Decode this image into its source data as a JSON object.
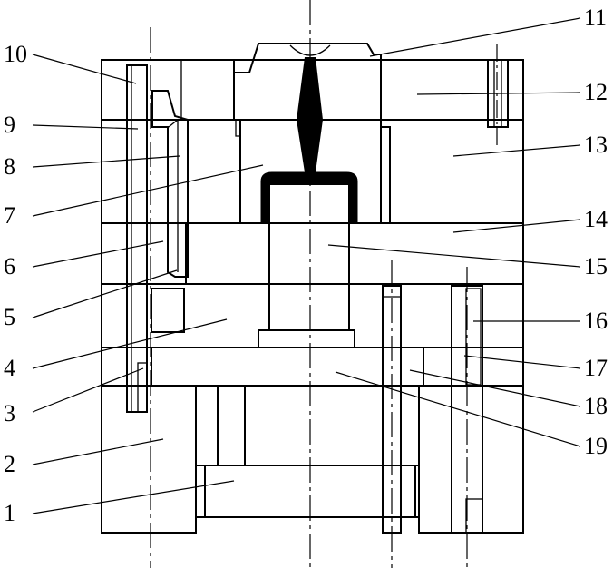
{
  "diagram": {
    "labels_left": [
      "10",
      "9",
      "8",
      "7",
      "6",
      "5",
      "4",
      "3",
      "2",
      "1"
    ],
    "labels_right": [
      "11",
      "12",
      "13",
      "14",
      "15",
      "16",
      "17",
      "18",
      "19"
    ]
  },
  "colors": {
    "line": "#000000",
    "background": "#ffffff"
  }
}
